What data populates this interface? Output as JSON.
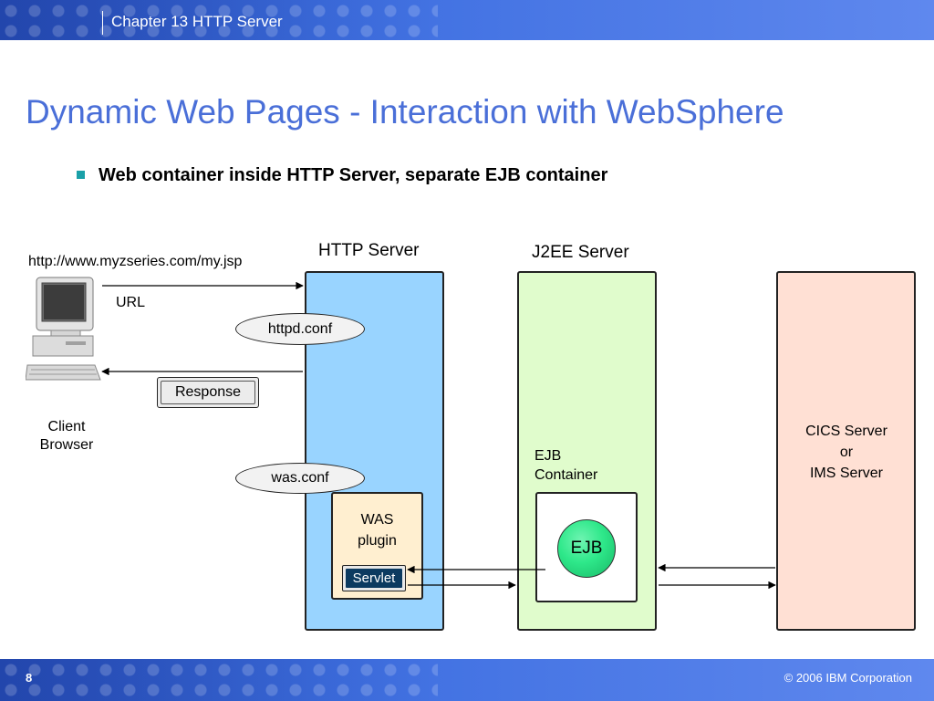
{
  "header": {
    "chapter": "Chapter 13 HTTP Server"
  },
  "slide": {
    "title": "Dynamic Web Pages - Interaction with WebSphere",
    "bullet": "Web container inside HTTP Server, separate EJB container"
  },
  "diagram": {
    "url_text": "http://www.myzseries.com/my.jsp",
    "url_label": "URL",
    "client_label_1": "Client",
    "client_label_2": "Browser",
    "response_label": "Response",
    "http_server_label": "HTTP Server",
    "httpd_conf": "httpd.conf",
    "was_conf": "was.conf",
    "was_plugin_1": "WAS",
    "was_plugin_2": "plugin",
    "servlet": "Servlet",
    "j2ee_server_label": "J2EE Server",
    "ejb_container_1": "EJB",
    "ejb_container_2": "Container",
    "ejb": "EJB",
    "cics_1": "CICS Server",
    "cics_2": "or",
    "cics_3": "IMS Server"
  },
  "colors": {
    "http_server_fill": "#99d4ff",
    "j2ee_server_fill": "#e0fccc",
    "cics_fill": "#ffe0d4",
    "was_plugin_fill": "#ffefd0",
    "ejb_fill": "#2ee88a",
    "servlet_fill": "#0c3a60"
  },
  "footer": {
    "page": "8",
    "copyright": "© 2006 IBM Corporation"
  }
}
